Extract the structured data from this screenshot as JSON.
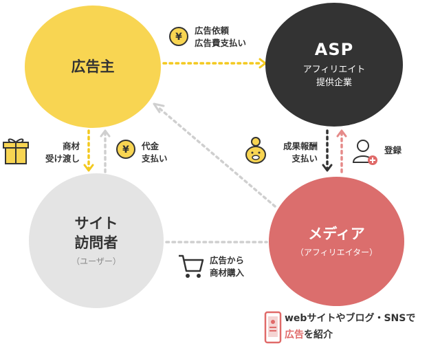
{
  "nodes": {
    "advertiser": {
      "title": "広告主"
    },
    "asp": {
      "title": "ASP",
      "sub1": "アフィリエイト",
      "sub2": "提供企業"
    },
    "visitor": {
      "title1": "サイト",
      "title2": "訪問者",
      "sub": "（ユーザー）"
    },
    "media": {
      "title": "メディア",
      "sub": "（アフィリエイター）"
    }
  },
  "labels": {
    "ad_request": [
      "広告依頼",
      "広告費支払い"
    ],
    "goods": [
      "商材",
      "受け渡し"
    ],
    "payment": [
      "代金",
      "支払い"
    ],
    "reward": [
      "成果報酬",
      "支払い"
    ],
    "register": "登録",
    "purchase": [
      "広告から",
      "商材購入"
    ],
    "media_caption_line1": "webサイトやブログ・SNSで",
    "media_caption_accent": "広告",
    "media_caption_rest": "を紹介"
  },
  "colors": {
    "yellow": "#f8d552",
    "dark": "#333333",
    "gray": "#e4e4e4",
    "red": "#db6e6d",
    "dot_yellow": "#f3c91f",
    "dot_gray": "#cfcfcf",
    "dot_red": "#e58a89"
  },
  "icons": [
    "yen-coin-icon",
    "gift-box-icon",
    "piggy-bank-icon",
    "user-add-icon",
    "shopping-cart-icon",
    "smartphone-icon"
  ]
}
